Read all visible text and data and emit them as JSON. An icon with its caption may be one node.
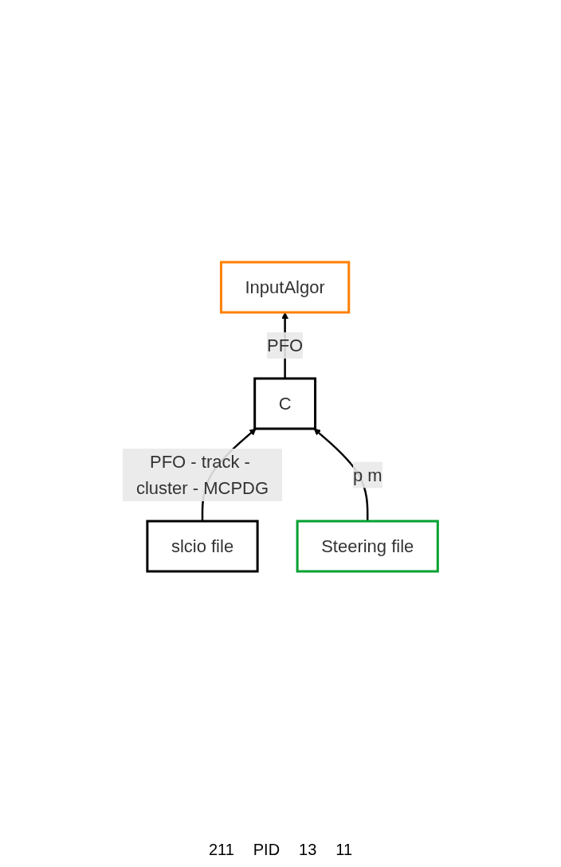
{
  "diagram": {
    "nodes": [
      {
        "text": [
          "InputAlgor"
        ]
      },
      {
        "text": [
          "slcio file"
        ]
      },
      {
        "text": [
          "C"
        ]
      },
      {
        "text": [
          "Steering file"
        ]
      }
    ],
    "edges": [
      {
        "from": 1,
        "to": 2,
        "arrow": "to",
        "label": "PFO - track - cluster - MCPDG"
      },
      {
        "from": 2,
        "to": 0,
        "arrow": "to",
        "label": "PFO"
      },
      {
        "from": 3,
        "to": 2,
        "arrow": "to",
        "label": "p m"
      }
    ],
    "labels": [
      "211",
      "PID",
      "13",
      "11"
    ]
  }
}
